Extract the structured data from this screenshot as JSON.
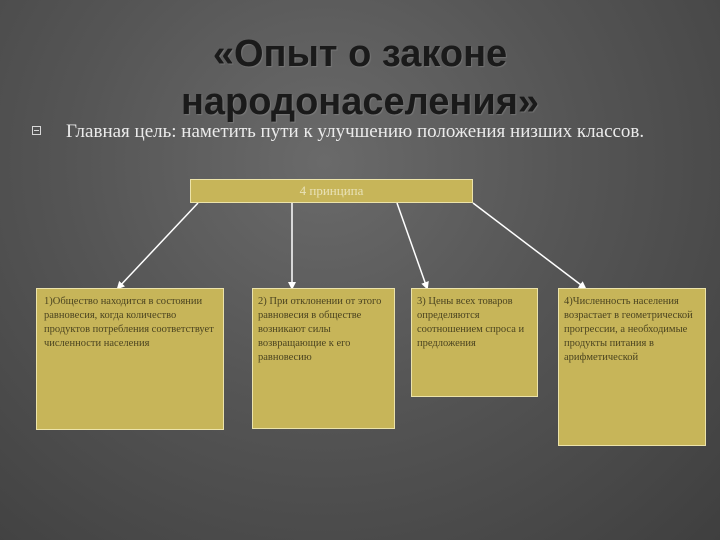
{
  "title": {
    "line1": "«Опыт о законе",
    "line2": "народонаселения»"
  },
  "bullet": {
    "icon": "square-bullet-icon",
    "text": "Главная цель: наметить пути к улучшению положения низших классов."
  },
  "diagram": {
    "head_label": "4 принципа",
    "principles": [
      "1)Общество находится в состоянии равновесия, когда количество продуктов потребления соответствует численности населения",
      "2) При отклонении от этого равновесия в обществе возникают силы возвращающие к его равновесию",
      "3) Цены всех товаров определяются соотношением спроса и предложения",
      "4)Численность населения возрастает в геометрической прогрессии, а необходимые продукты питания в арифметической"
    ],
    "colors": {
      "box_fill": "#c7b559",
      "box_border": "#ece3aa",
      "arrow": "#ffffff"
    }
  }
}
